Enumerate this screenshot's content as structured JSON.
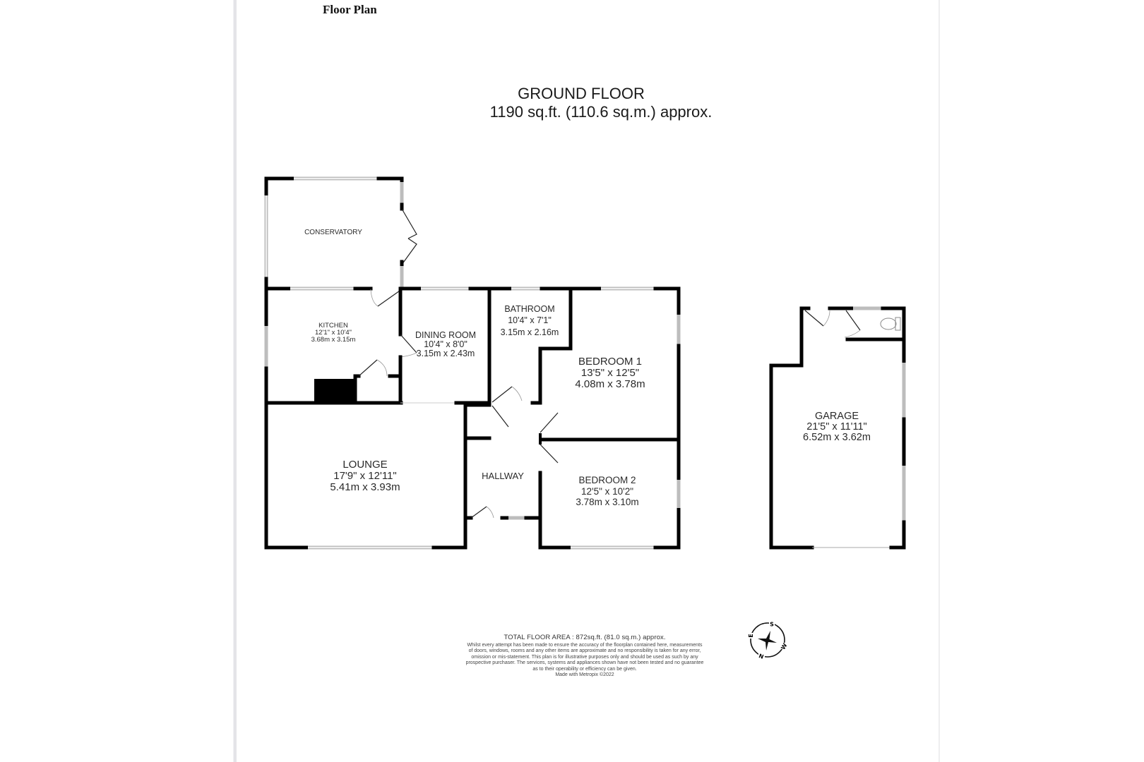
{
  "document": {
    "title": "Floor Plan"
  },
  "floor": {
    "name": "GROUND FLOOR",
    "area": "1190 sq.ft. (110.6 sq.m.) approx."
  },
  "rooms": [
    {
      "id": "conservatory",
      "name": "CONSERVATORY",
      "imperial": "",
      "metric": ""
    },
    {
      "id": "kitchen",
      "name": "KITCHEN",
      "imperial": "12'1\"  x 10'4\"",
      "metric": "3.68m  x 3.15m"
    },
    {
      "id": "dining-room",
      "name": "DINING ROOM",
      "imperial": "10'4\"  x 8'0\"",
      "metric": "3.15m  x 2.43m"
    },
    {
      "id": "bathroom",
      "name": "BATHROOM",
      "imperial": "10'4\" x 7'1\"",
      "metric": "3.15m x 2.16m"
    },
    {
      "id": "bedroom-1",
      "name": "BEDROOM 1",
      "imperial": "13'5\"  x 12'5\"",
      "metric": "4.08m  x 3.78m"
    },
    {
      "id": "lounge",
      "name": "LOUNGE",
      "imperial": "17'9\"  x 12'11\"",
      "metric": "5.41m  x 3.93m"
    },
    {
      "id": "hallway",
      "name": "HALLWAY",
      "imperial": "",
      "metric": ""
    },
    {
      "id": "bedroom-2",
      "name": "BEDROOM 2",
      "imperial": "12'5\"  x 10'2\"",
      "metric": "3.78m  x 3.10m"
    },
    {
      "id": "garage",
      "name": "GARAGE",
      "imperial": "21'5\"  x 11'11\"",
      "metric": "6.52m  x 3.62m"
    }
  ],
  "footer": {
    "total_area": "TOTAL FLOOR AREA : 872sq.ft. (81.0 sq.m.) approx.",
    "disclaimer_lines": [
      "Whilst every attempt has been made to ensure the accuracy of the floorplan contained here, measurements",
      "of doors, windows, rooms and any other items are approximate and no responsibility is taken for any error,",
      "omission or mis-statement. This plan is for illustrative purposes only and should be used as such by any",
      "prospective purchaser. The services, systems and appliances shown have not been tested and no guarantee",
      "as to their operability or efficiency can be given."
    ],
    "credit": "Made with Metropix ©2022"
  },
  "compass": {
    "labels": {
      "top": "S",
      "left": "E",
      "right": "W",
      "bottom": "N"
    }
  },
  "colors": {
    "wall": "#000000",
    "window": "#c8c8c8",
    "text": "#1a1a1a",
    "page_edge": "#e4e4e8"
  }
}
